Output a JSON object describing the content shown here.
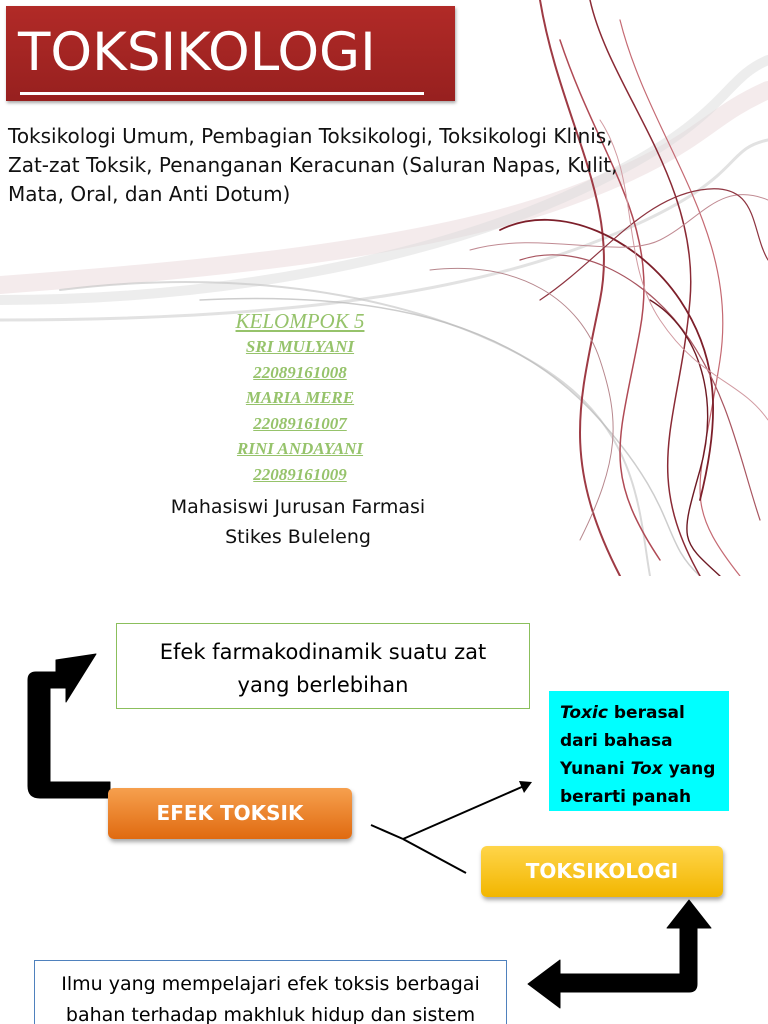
{
  "slide1": {
    "title": "TOKSIKOLOGI",
    "subtitle_lines": [
      "Toksikologi Umum, Pembagian Toksikologi, Toksikologi Klinis,",
      "Zat-zat Toksik, Penanganan Keracunan (Saluran Napas, Kulit,",
      "Mata, Oral, dan Anti Dotum)"
    ],
    "group_label": "KELOMPOK 5",
    "members": [
      {
        "name": "SRI MULYANI",
        "id": "22089161008"
      },
      {
        "name": "MARIA MERE",
        "id": "22089161007"
      },
      {
        "name": "RINI ANDAYANI",
        "id": "22089161009"
      }
    ],
    "affiliation": [
      "Mahasiswi Jurusan Farmasi",
      "Stikes Buleleng"
    ],
    "colors": {
      "title_bg": "#a3231f",
      "member_text": "#96c36b"
    }
  },
  "slide2": {
    "definition_lines": [
      "Efek farmakodinamik suatu zat",
      "yang berlebihan"
    ],
    "efek_label": "EFEK TOKSIK",
    "toks_label": "TOKSIKOLOGI",
    "toxic_note": {
      "line1_em": "Toxic",
      "line1_rest": " berasal",
      "line2": "dari bahasa",
      "line3_pre": "Yunani ",
      "line3_em": "Tox",
      "line3_post": " yang",
      "line4": "berarti panah"
    },
    "ilmu_lines": [
      "Ilmu yang mempelajari efek toksis berbagai",
      "bahan terhadap makhluk hidup dan sistem"
    ],
    "colors": {
      "efek_pill": "#ec8a2e",
      "toks_pill": "#f9c31f",
      "note_bg": "#00ffff",
      "def_border": "#8bbf5c",
      "ilmu_border": "#4f81bd"
    }
  }
}
